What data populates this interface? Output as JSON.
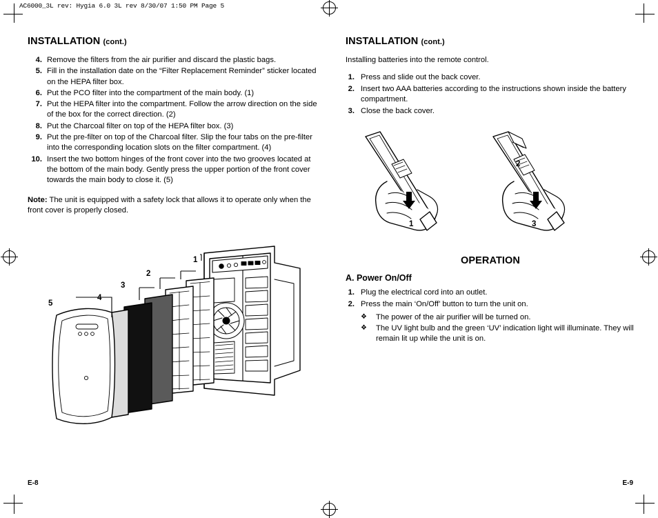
{
  "slug": "AC6000_3L rev: Hygia 6.0 3L rev  8/30/07  1:50 PM  Page 5",
  "left_column": {
    "heading": "INSTALLATION",
    "heading_cont": "(cont.)",
    "steps": [
      {
        "num": "4.",
        "text": "Remove the filters from the air purifier and discard the plastic bags."
      },
      {
        "num": "5.",
        "text": "Fill in the installation date on the “Filter Replacement Reminder” sticker located on the HEPA filter box."
      },
      {
        "num": "6.",
        "text": "Put the PCO filter into the compartment of the main body. (1)"
      },
      {
        "num": "7.",
        "text": "Put the HEPA filter into the compartment. Follow the arrow direction on the side of the box for the correct direction. (2)"
      },
      {
        "num": "8.",
        "text": "Put the Charcoal filter on top of the HEPA filter box. (3)"
      },
      {
        "num": "9.",
        "text": "Put the pre-filter on top of the Charcoal filter.  Slip the four tabs on the pre-filter into the corresponding location slots on the filter compartment. (4)"
      },
      {
        "num": "10.",
        "text": "Insert the two bottom hinges of the front cover into the two grooves located at the bottom of the main body. Gently press the upper portion of the front cover towards the main body to close it. (5)"
      }
    ],
    "note_label": "Note:",
    "note_text": " The unit is equipped with a safety lock that allows it to operate only when the front cover is properly closed.",
    "figure_labels": [
      "1",
      "2",
      "3",
      "4",
      "5"
    ],
    "folio": "E-8"
  },
  "right_column": {
    "heading": "INSTALLATION",
    "heading_cont": "(cont.)",
    "intro": "Installing batteries into the remote control.",
    "steps": [
      {
        "num": "1.",
        "text": "Press and slide out the back cover."
      },
      {
        "num": "2.",
        "text": "Insert two AAA batteries according to the instructions shown inside the battery compartment."
      },
      {
        "num": "3.",
        "text": "Close the back cover."
      }
    ],
    "figure_labels": [
      "1",
      "2",
      "3"
    ],
    "operation_heading": "OPERATION",
    "operation_sub": "A. Power On/Off",
    "operation_steps": [
      {
        "num": "1.",
        "text": "Plug the electrical cord into an outlet."
      },
      {
        "num": "2.",
        "text": "Press the main ‘On/Off’ button to turn the unit on."
      }
    ],
    "operation_bullets": [
      "The power of the air purifier will be turned on.",
      "The UV light bulb and the green ‘UV’ indication light will illuminate. They will remain lit up while the unit is on."
    ],
    "bullet_glyph": "❖",
    "folio": "E-9"
  }
}
